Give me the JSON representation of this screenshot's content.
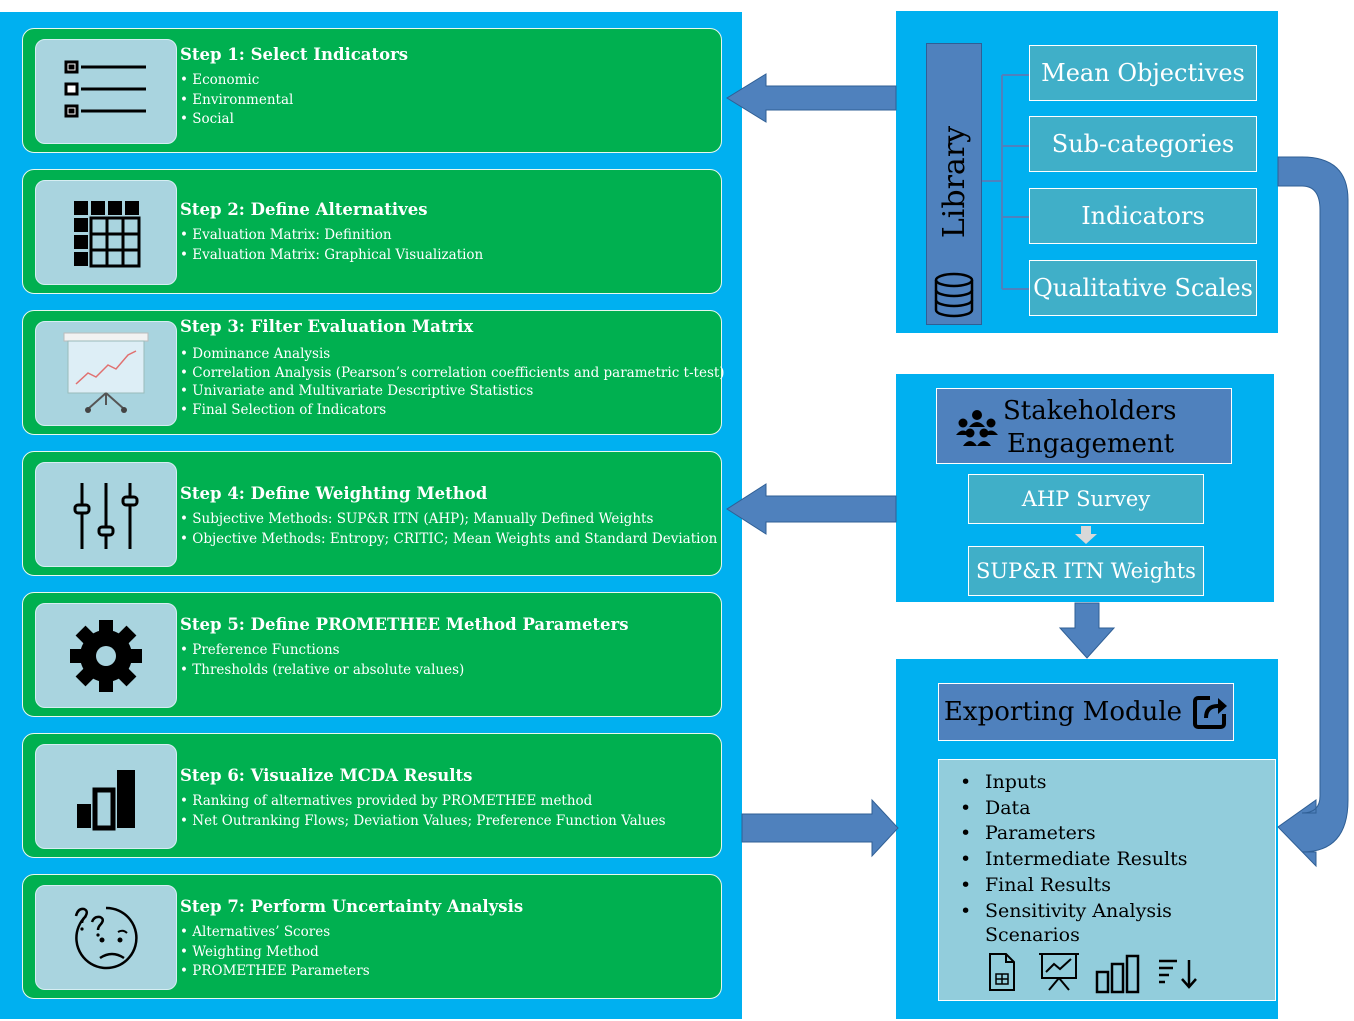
{
  "steps": [
    {
      "title": "Step 1: Select Indicators",
      "items": [
        "Economic",
        "Environmental",
        "Social"
      ],
      "icon": "checklist-icon"
    },
    {
      "title": "Step 2: Define Alternatives",
      "items": [
        "Evaluation Matrix: Definition",
        "Evaluation Matrix: Graphical Visualization"
      ],
      "icon": "table-grid-icon"
    },
    {
      "title": "Step 3: Filter Evaluation Matrix",
      "items": [
        "Dominance Analysis",
        "Correlation Analysis (Pearson’s correlation coefficients and parametric t-test)",
        "Univariate and Multivariate Descriptive Statistics",
        "Final Selection of Indicators"
      ],
      "icon": "presentation-chart-icon"
    },
    {
      "title": "Step 4: Define Weighting Method",
      "items": [
        "Subjective Methods: SUP&R ITN (AHP); Manually Defined Weights",
        "Objective Methods: Entropy; CRITIC; Mean Weights and Standard Deviation"
      ],
      "icon": "sliders-icon"
    },
    {
      "title": "Step 5: Define PROMETHEE Method Parameters",
      "items": [
        "Preference Functions",
        "Thresholds (relative or absolute values)"
      ],
      "icon": "gear-icon"
    },
    {
      "title": "Step 6: Visualize MCDA Results",
      "items": [
        "Ranking  of alternatives provided  by PROMETHEE method",
        "Net Outranking Flows; Deviation Values; Preference Function Values"
      ],
      "icon": "bar-chart-icon"
    },
    {
      "title": "Step 7: Perform Uncertainty Analysis",
      "items": [
        "Alternatives’ Scores",
        "Weighting Method",
        "PROMETHEE Parameters"
      ],
      "icon": "confused-face-icon"
    }
  ],
  "library": {
    "label": "Library",
    "items": [
      "Mean Objectives",
      "Sub-categories",
      "Indicators",
      "Qualitative Scales"
    ],
    "icon": "database-icon"
  },
  "stakeholders": {
    "title_line1": "Stakeholders",
    "title_line2": "Engagement",
    "icon": "people-group-icon",
    "survey": "AHP Survey",
    "weights": "SUP&R ITN Weights"
  },
  "export": {
    "title": "Exporting Module",
    "icon": "share-export-icon",
    "items": [
      "Inputs",
      "Data",
      "Parameters",
      "Intermediate Results",
      "Final Results",
      "Sensitivity Analysis"
    ],
    "trailing": "Scenarios",
    "bottom_icons": [
      "spreadsheet-file-icon",
      "presentation-chart-icon",
      "bar-chart-icon",
      "sort-descending-icon"
    ]
  },
  "colors": {
    "panel": "#00b0f0",
    "step": "#00b050",
    "icon_box": "#a9d4df",
    "blue_box": "#4f81bd",
    "teal_box": "#40afc8",
    "list_box": "#92cddc"
  }
}
